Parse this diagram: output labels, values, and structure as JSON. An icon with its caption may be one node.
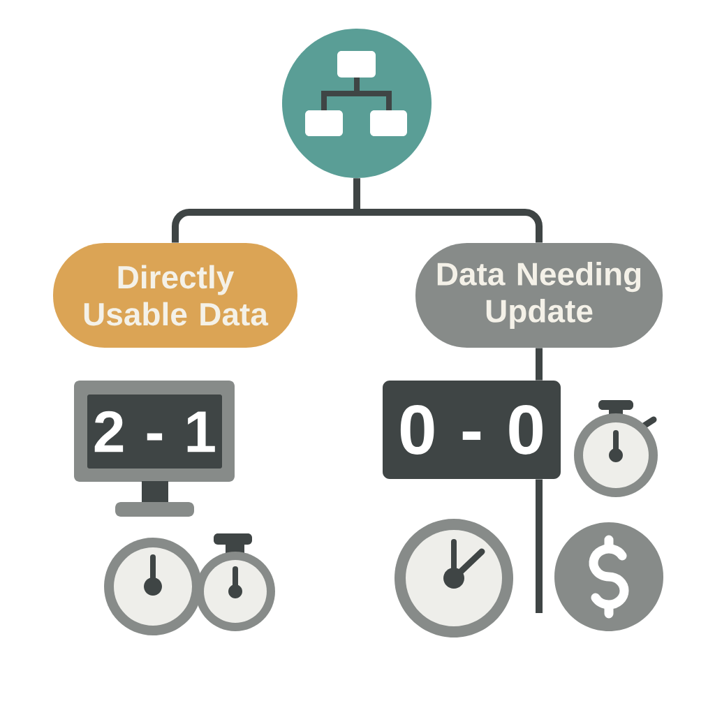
{
  "diagram": {
    "nodes": [
      {
        "text": [],
        "shape": "circle"
      },
      {
        "text": [
          "Directly Usable Data"
        ]
      },
      {
        "text": [
          "Data Needing Update"
        ]
      },
      {
        "text": [
          "2 - 1"
        ]
      },
      {
        "text": [
          "0 - 0"
        ]
      }
    ],
    "edges": [
      {
        "from": 0,
        "to": 1,
        "arrow": "none"
      },
      {
        "from": 0,
        "to": 2,
        "arrow": "none"
      },
      {
        "from": 2,
        "to": 4,
        "arrow": "none"
      },
      {
        "from": 4,
        "to": null,
        "arrow": "none"
      }
    ]
  }
}
